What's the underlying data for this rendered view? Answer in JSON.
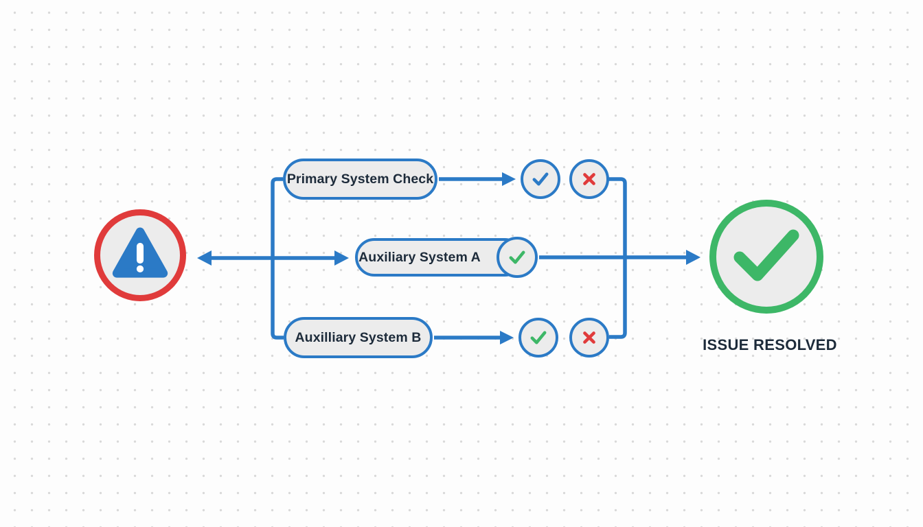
{
  "colors": {
    "blue": "#2b7ac6",
    "red": "#e03b3b",
    "green": "#3db767",
    "node-fill": "#ececec",
    "text": "#1d2b3a",
    "dot": "#d9d9d9",
    "background": "#fdfdfd"
  },
  "nodes": {
    "alert": {
      "icon": "warning-triangle-icon"
    },
    "primary_check": {
      "label": "Primary System Check"
    },
    "auxiliary_a": {
      "label": "Auxiliary System A",
      "status_icon": "check-icon-green"
    },
    "auxiliary_b": {
      "label": "Auxilliary System B"
    },
    "resolved": {
      "caption": "ISSUE RESOLVED",
      "icon": "check-icon-green"
    }
  },
  "status_icons": {
    "primary_pass": "check-icon-blue",
    "primary_fail": "x-icon-red",
    "aux_b_pass": "check-icon-green",
    "aux_b_fail": "x-icon-red"
  }
}
